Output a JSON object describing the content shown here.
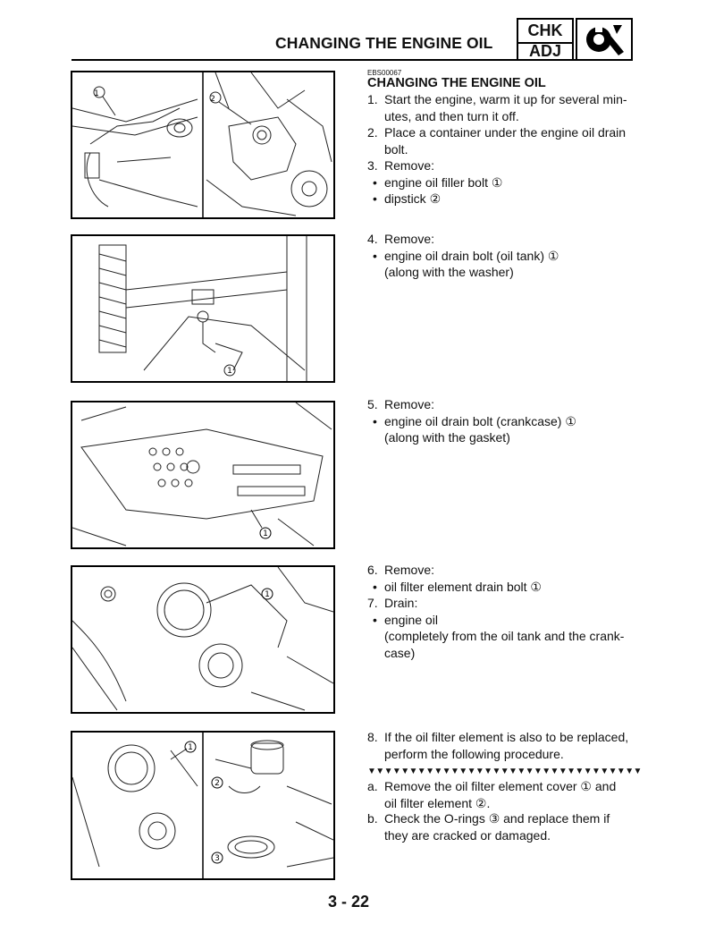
{
  "header": {
    "title": "CHANGING THE ENGINE OIL",
    "badge_top": "CHK",
    "badge_bottom": "ADJ",
    "tool_icon": "wrench-icon"
  },
  "section": {
    "code": "EBS00067",
    "title": "CHANGING THE ENGINE OIL"
  },
  "steps": {
    "s1_num": "1.",
    "s1_l1": "Start the engine, warm it up for several min-",
    "s1_l2": "utes, and then turn it off.",
    "s2_num": "2.",
    "s2_l1": "Place a container under the engine oil drain",
    "s2_l2": "bolt.",
    "s3_num": "3.",
    "s3_l1": "Remove:",
    "s3_b1": "engine oil filler bolt ①",
    "s3_b2": "dipstick ②",
    "s4_num": "4.",
    "s4_l1": "Remove:",
    "s4_b1": "engine oil drain bolt (oil tank) ①",
    "s4_b1_cont": "(along with the washer)",
    "s5_num": "5.",
    "s5_l1": "Remove:",
    "s5_b1": "engine oil drain bolt (crankcase) ①",
    "s5_b1_cont": "(along with the gasket)",
    "s6_num": "6.",
    "s6_l1": "Remove:",
    "s6_b1": "oil filter element drain bolt ①",
    "s7_num": "7.",
    "s7_l1": "Drain:",
    "s7_b1": "engine oil",
    "s7_b1_c1": "(completely from the oil tank and the crank-",
    "s7_b1_c2": "case)",
    "s8_num": "8.",
    "s8_l1": "If the oil filter element is also to be replaced,",
    "s8_l2": "perform the following procedure.",
    "triangles": "▼▼▼▼▼▼▼▼▼▼▼▼▼▼▼▼▼▼▼▼▼▼▼▼▼▼▼▼▼▼▼▼▼",
    "sa_num": "a.",
    "sa_l1": "Remove the oil filter element cover ① and",
    "sa_l2": "oil filter element ②.",
    "sb_num": "b.",
    "sb_l1": "Check the O-rings ③ and replace them if",
    "sb_l2": "they are cracked or damaged."
  },
  "figures": {
    "fig1_callout_a": "1",
    "fig1_callout_b": "2",
    "fig2_callout": "1",
    "fig3_callout": "1",
    "fig4_callout": "1",
    "fig5_callout_a": "1",
    "fig5_callout_b": "2",
    "fig5_callout_c": "3"
  },
  "footer": {
    "page_number": "3 - 22"
  }
}
